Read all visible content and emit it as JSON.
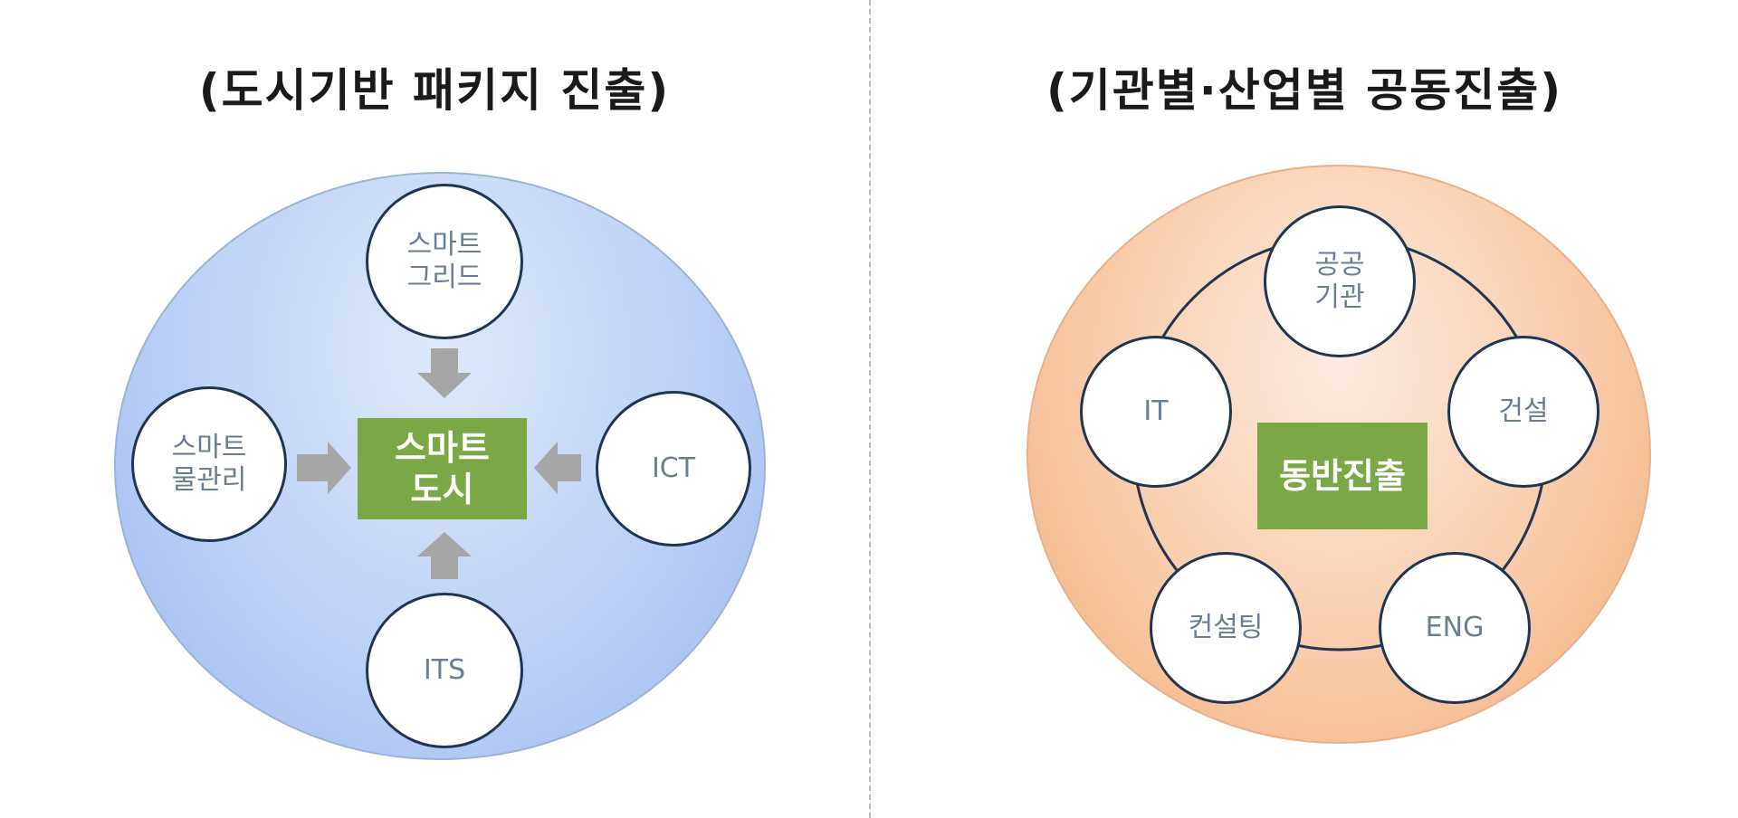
{
  "left": {
    "title": "(도시기반 패키지 진출)",
    "center": "스마트\n도시",
    "nodes": {
      "top": "스마트\n그리드",
      "left": "스마트\n물관리",
      "right": "ICT",
      "bottom": "ITS"
    }
  },
  "right": {
    "title": "(기관별·산업별 공동진출)",
    "center": "동반진출",
    "nodes": {
      "top": "공공\n기관",
      "right": "건설",
      "bottom_right": "ENG",
      "bottom_left": "컨설팅",
      "left": "IT"
    }
  },
  "colors": {
    "left_background": "#bcd1f6",
    "right_background": "#f8ccaa",
    "center_box": "#7aa846",
    "arrow": "#a6a6a6",
    "node_border": "#1f3552",
    "node_text": "#6b7d95"
  }
}
